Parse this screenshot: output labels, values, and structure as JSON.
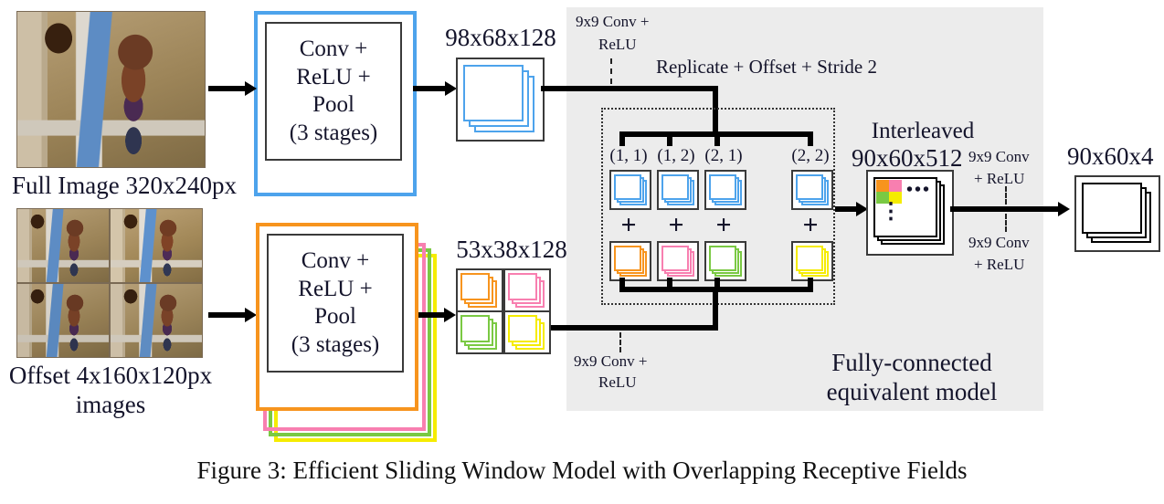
{
  "figure": {
    "caption": "Figure 3: Efficient Sliding Window Model with Overlapping Receptive Fields",
    "panel_label": "Fully-connected\nequivalent model",
    "panel_label_line1": "Fully-connected",
    "panel_label_line2": "equivalent model"
  },
  "colors": {
    "blue": "#4da3ec",
    "orange": "#f7941e",
    "pink": "#f87fb0",
    "green": "#7ac943",
    "yellow": "#f5ec00",
    "panel_bg": "#ececec",
    "stroke": "#000000",
    "text": "#14142b"
  },
  "top_branch": {
    "input_label": "Full Image 320x240px",
    "stage_lines": [
      "Conv +",
      "ReLU +",
      "Pool",
      "(3 stages)"
    ],
    "stage_border_color": "#4da3ec",
    "feature_label": "98x68x128"
  },
  "bottom_branch": {
    "input_label_line1": "Offset 4x160x120px",
    "input_label_line2": "images",
    "stage_lines": [
      "Conv +",
      "ReLU +",
      "Pool",
      "(3 stages)"
    ],
    "stage_border_colors": [
      "#f7941e",
      "#f87fb0",
      "#7ac943",
      "#f5ec00"
    ],
    "feature_label": "53x38x128",
    "feature_stack_colors": [
      "#f7941e",
      "#f87fb0",
      "#7ac943",
      "#f5ec00"
    ]
  },
  "fc_panel": {
    "op_top": "9x9 Conv +\nReLU",
    "op_top_line1": "9x9 Conv +",
    "op_top_line2": "ReLU",
    "replicate_label": "Replicate + Offset + Stride 2",
    "op_bottom_line1": "9x9 Conv +",
    "op_bottom_line2": "ReLU",
    "pair_labels": [
      "(1, 1)",
      "(1, 2)",
      "(2, 1)",
      "(2, 2)"
    ],
    "plus_symbol": "+",
    "interleaved_line1": "Interleaved",
    "interleaved_line2": "90x60x512",
    "interleaved_cell_colors": [
      "#f7941e",
      "#f87fb0",
      "#7ac943",
      "#f5ec00"
    ],
    "ellipsis_h": "•••",
    "ellipsis_v": "⋮",
    "op_out_upper_line1": "9x9 Conv",
    "op_out_upper_line2": "+ ReLU",
    "op_out_lower_line1": "9x9 Conv",
    "op_out_lower_line2": "+ ReLU"
  },
  "output": {
    "label": "90x60x4"
  }
}
